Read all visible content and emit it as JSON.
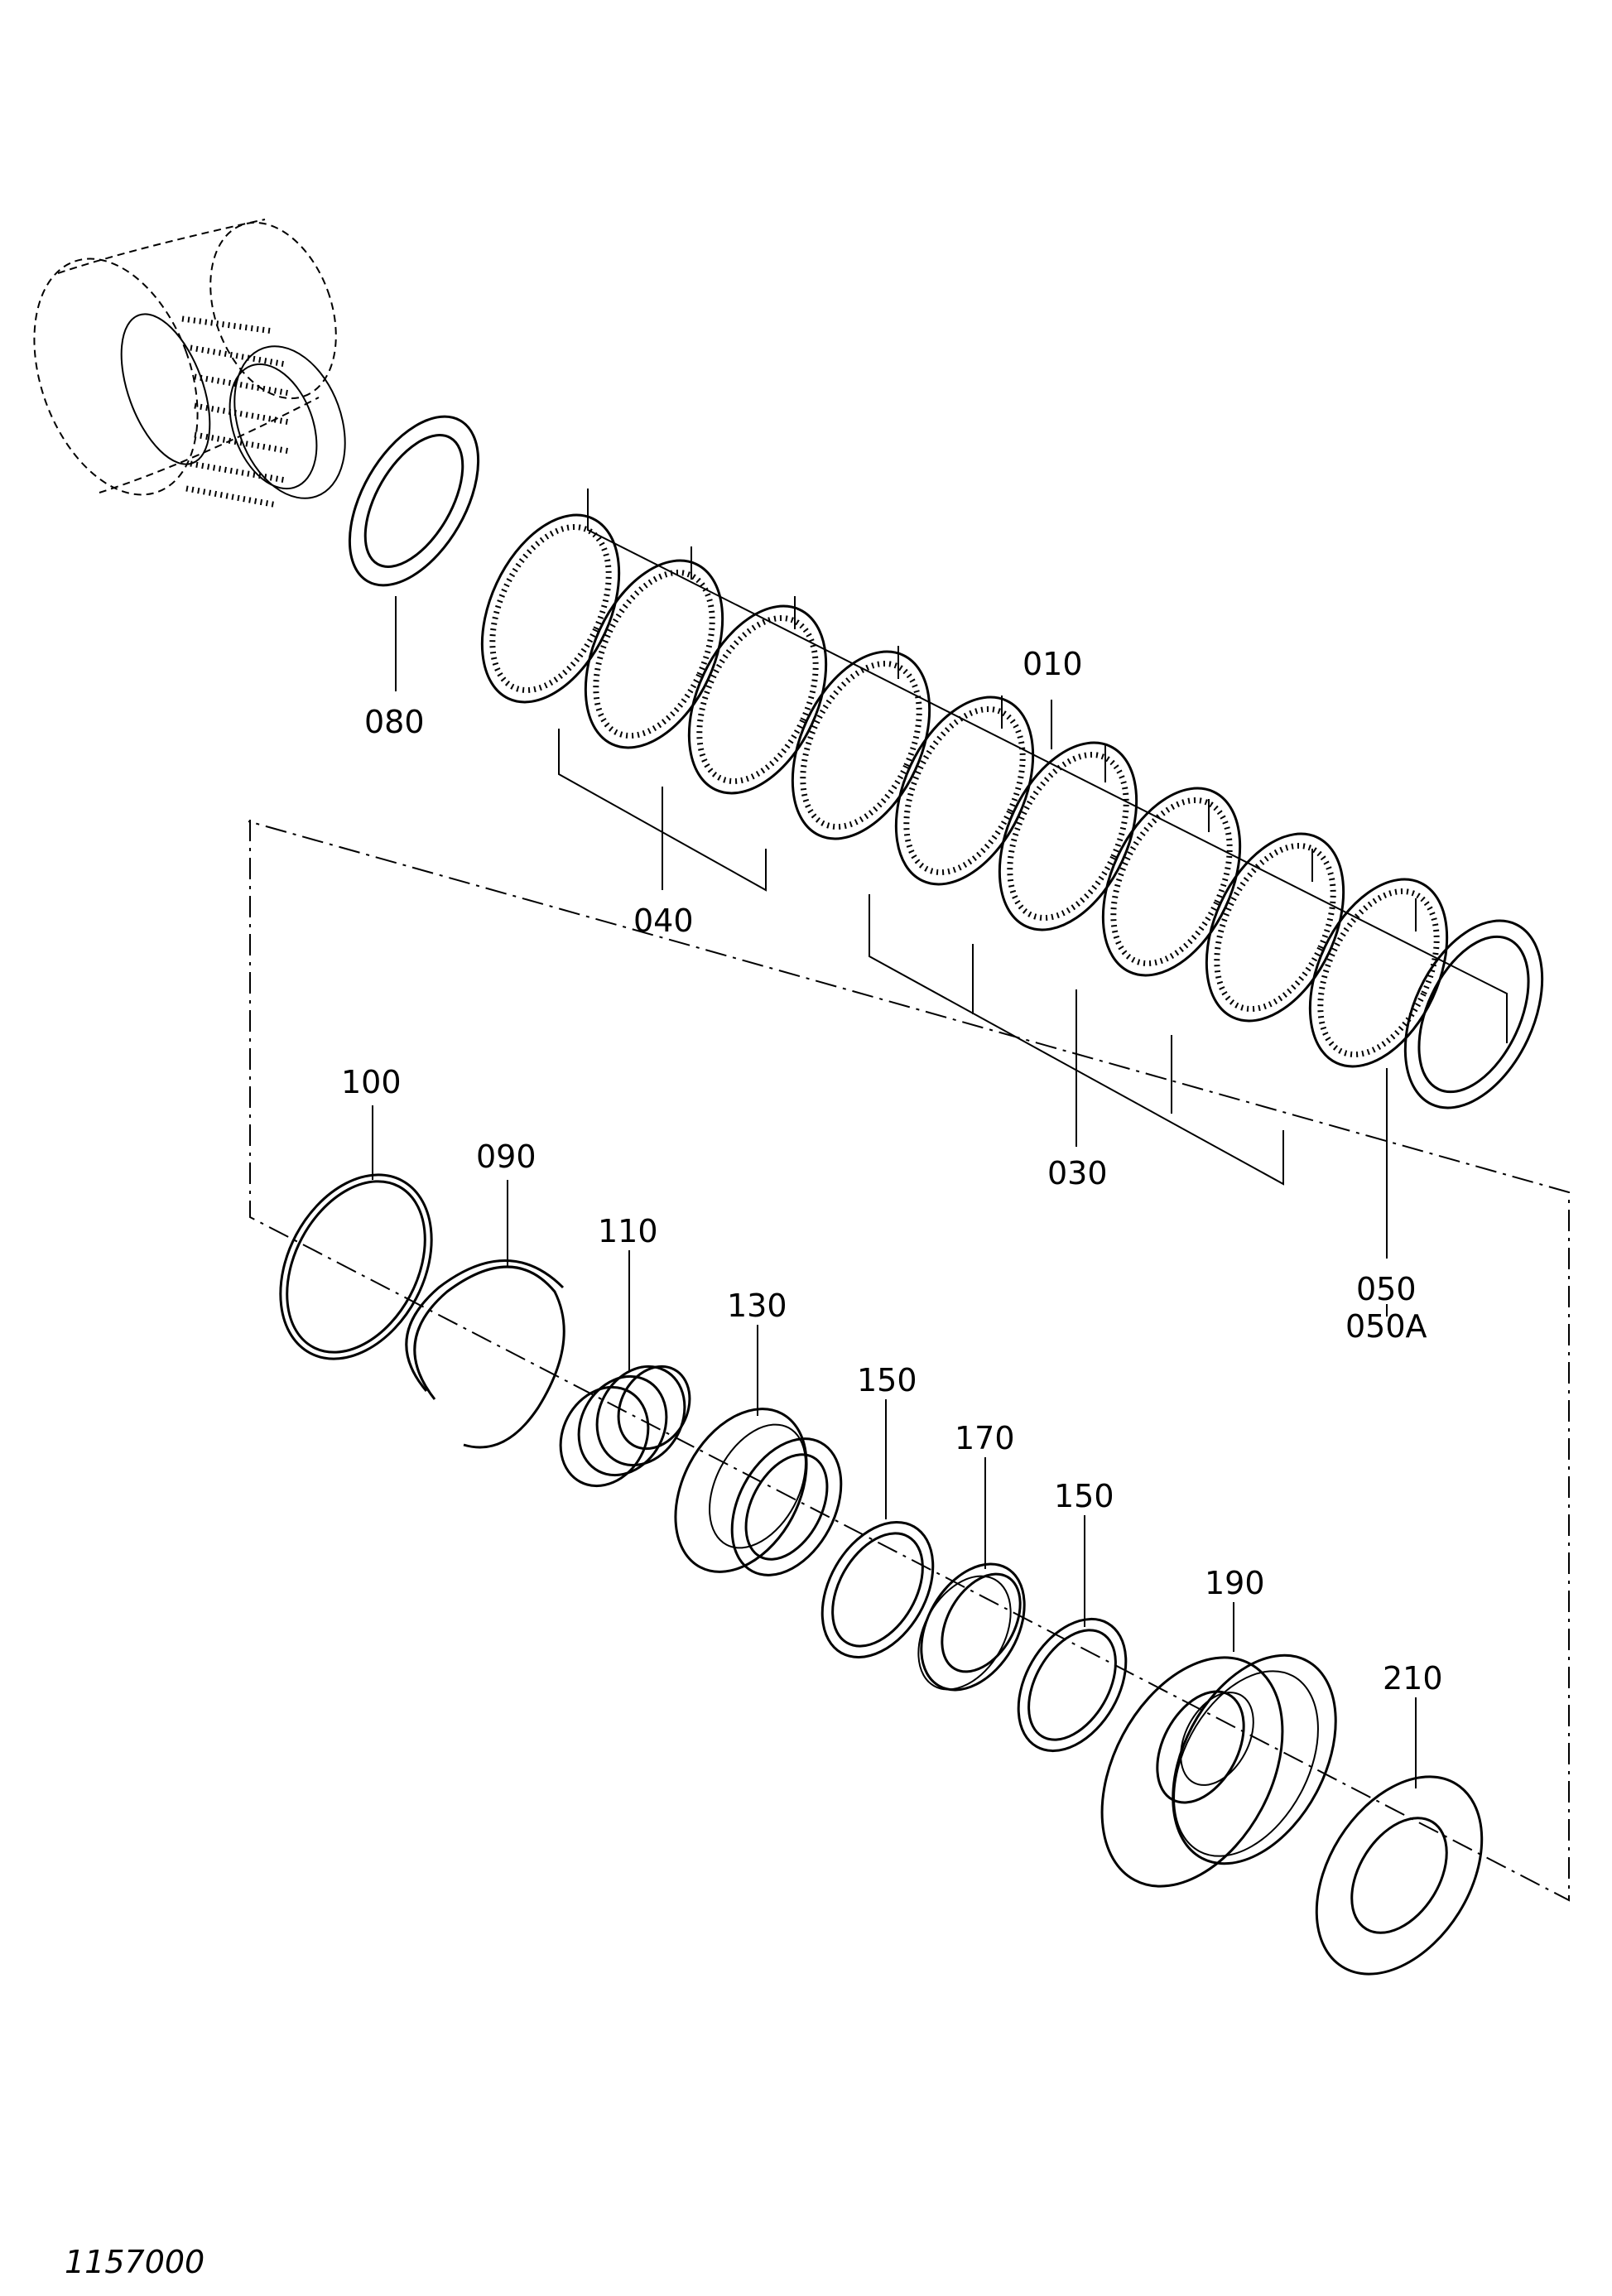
{
  "diagram": {
    "document_number": "1157000",
    "part_labels": {
      "p010": "010",
      "p030": "030",
      "p040": "040",
      "p050": "050",
      "p050a": "050A",
      "p080": "080",
      "p090": "090",
      "p100": "100",
      "p110": "110",
      "p130": "130",
      "p150a": "150",
      "p150b": "150",
      "p170": "170",
      "p190": "190",
      "p210": "210"
    }
  }
}
